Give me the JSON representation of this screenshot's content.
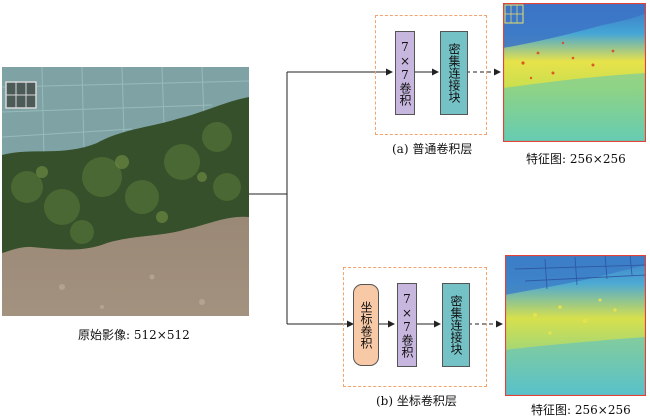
{
  "input_image": {
    "caption": "原始影像: 512×512"
  },
  "branch_a": {
    "caption": "(a) 普通卷积层",
    "conv_label": "7×7卷积",
    "dense_label": "密集连接块",
    "feature_caption": "特征图: 256×256"
  },
  "branch_b": {
    "caption": "(b) 坐标卷积层",
    "coord_label": "坐标卷积",
    "conv_label": "7×7卷积",
    "dense_label": "密集连接块",
    "feature_caption": "特征图: 256×256"
  },
  "colors": {
    "dash_border": "#f2a36e",
    "conv_fill": "#c7b6dd",
    "dense_fill": "#74c1c6",
    "coord_fill": "#f8c9a6",
    "feature_border": "#e3413a"
  }
}
